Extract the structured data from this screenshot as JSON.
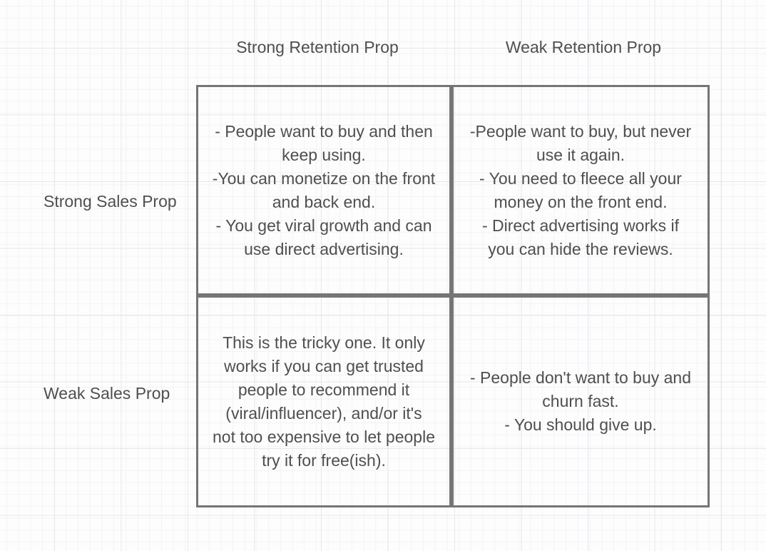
{
  "canvas": {
    "background_color": "#fdfdfe",
    "grid_minor_color": "#f3f3f6",
    "grid_major_color": "#e7e7ea"
  },
  "matrix": {
    "border_color": "#757575",
    "text_color": "#4f4f4f",
    "column_headers": [
      "Strong Retention Prop",
      "Weak Retention Prop"
    ],
    "row_headers": [
      "Strong Sales Prop",
      "Weak Sales Prop"
    ],
    "quadrants": [
      {
        "row": "Strong Sales Prop",
        "column": "Strong Retention Prop",
        "lines": [
          "- People want to buy and then",
          "keep using.",
          "-You can monetize on the front",
          "and back end.",
          "- You get viral growth and can",
          "use direct advertising."
        ]
      },
      {
        "row": "Strong Sales Prop",
        "column": "Weak Retention Prop",
        "lines": [
          "-People want to buy, but never",
          "use it again.",
          "- You need to fleece all your",
          "money on the front end.",
          "- Direct advertising works if",
          "you can hide the reviews."
        ]
      },
      {
        "row": "Weak Sales Prop",
        "column": "Strong Retention Prop",
        "lines": [
          "This is the tricky one. It only",
          "works if you can get trusted",
          "people to recommend it",
          "(viral/influencer), and/or it's",
          "not too expensive to let people",
          "try it for free(ish)."
        ]
      },
      {
        "row": "Weak Sales Prop",
        "column": "Weak Retention Prop",
        "lines": [
          "- People don't want to buy and",
          "churn fast.",
          "- You should give up."
        ]
      }
    ]
  }
}
